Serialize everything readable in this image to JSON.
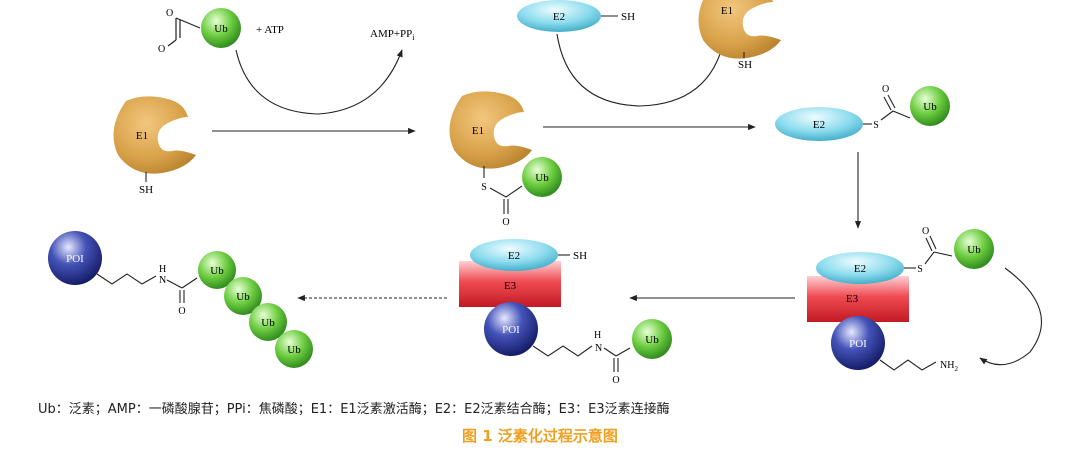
{
  "labels": {
    "ub": "Ub",
    "e1": "E1",
    "e2": "E2",
    "e3": "E3",
    "sh": "SH",
    "s": "S",
    "o": "O",
    "n": "N",
    "h": "H",
    "nh2": "NH",
    "sub2": "2",
    "poi": "POI",
    "atp": "+ ATP",
    "amp_ppi": "AMP+PP",
    "sub_i": "i"
  },
  "caption": "Ub：泛素；AMP：一磷酸腺苷；PPi：焦磷酸；E1：E1泛素激活酶；E2：E2泛素结合酶；E3：E3泛素连接酶",
  "figure_title": "图 1  泛素化过程示意图",
  "colors": {
    "e1": "#d9a24a",
    "e2": "#7fd3e6",
    "e3": "#e8323b",
    "ub": "#5cbf3a",
    "poi": "#27348f",
    "title": "#f0a020"
  }
}
